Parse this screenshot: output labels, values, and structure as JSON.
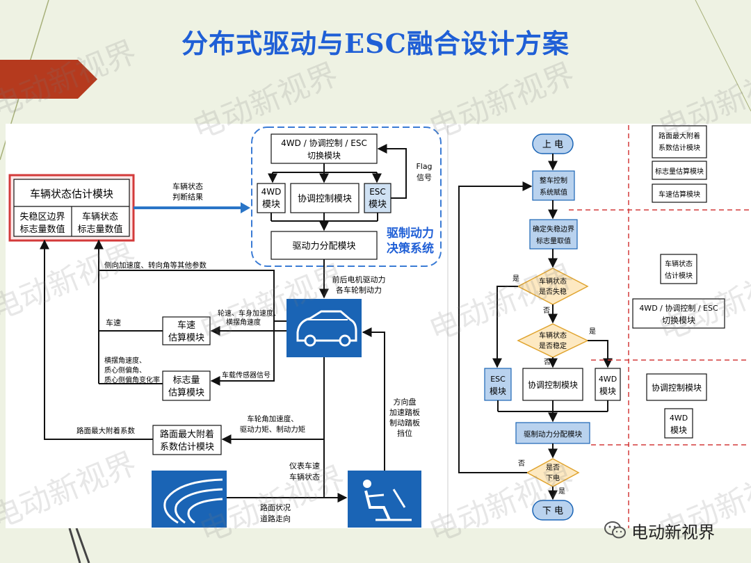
{
  "title": "分布式驱动与ESC融合设计方案",
  "watermark": "电动新视界",
  "wechat_label": "电动新视界",
  "colors": {
    "blue_title": "#1f5fd6",
    "blue_box": "#1a64b5",
    "red_border": "#d33a3a",
    "dash_blue": "#3a7bd5"
  },
  "left": {
    "estimator_title": "车辆状态估计模块",
    "estimator_sub1_l1": "失稳区边界",
    "estimator_sub1_l2": "标志量数值",
    "estimator_sub2_l1": "车辆状态",
    "estimator_sub2_l2": "标志量数值",
    "arrow_label_l1": "车辆状态",
    "arrow_label_l2": "判断结果",
    "switch_l1": "4WD / 协调控制 / ESC",
    "switch_l2": "切换模块",
    "flag_l1": "Flag",
    "flag_l2": "信号",
    "m4wd_l1": "4WD",
    "m4wd_l2": "模块",
    "coord": "协调控制模块",
    "esc_l1": "ESC",
    "esc_l2": "模块",
    "system_l1": "驱制动力",
    "system_l2": "决策系统",
    "alloc": "驱动力分配模块",
    "motor_l1": "前后电机驱动力",
    "motor_l2": "各车轮制动力",
    "lateral": "侧向加速度、转向角等其他参数",
    "speed": "车速",
    "speed_est_l1": "车速",
    "speed_est_l2": "估算模块",
    "wheel_l1": "轮速、车身加速度、",
    "wheel_l2": "横摆角速度",
    "yaw_l1": "横摆角速度、",
    "yaw_l2": "质心侧偏角、",
    "yaw_l3": "质心侧偏角变化率",
    "flag_est_l1": "标志量",
    "flag_est_l2": "估算模块",
    "sensor": "车载传感器信号",
    "road_coef": "路面最大附着系数",
    "road_est_l1": "路面最大附着",
    "road_est_l2": "系数估计模块",
    "wheel_acc_l1": "车轮角加速度、",
    "wheel_acc_l2": "驱动力矩、制动力矩",
    "steer_l1": "方向盘",
    "steer_l2": "加速踏板",
    "steer_l3": "制动踏板",
    "steer_l4": "挡位",
    "dash_l1": "仪表车速",
    "dash_l2": "车辆状态",
    "road_l1": "路面状况",
    "road_l2": "道路走向"
  },
  "right": {
    "power_on": "上 电",
    "init_l1": "整车控制",
    "init_l2": "系统赋值",
    "bound_l1": "确定失稳边界",
    "bound_l2": "标志量取值",
    "d1_l1": "车辆状态",
    "d1_l2": "是否失稳",
    "yes1": "是",
    "no1": "否",
    "d2_l1": "车辆状态",
    "d2_l2": "是否稳定",
    "yes2": "是",
    "no2": "否",
    "esc_l1": "ESC",
    "esc_l2": "模块",
    "coord": "协调控制模块",
    "m4wd_l1": "4WD",
    "m4wd_l2": "模块",
    "alloc": "驱制动力分配模块",
    "d3_l1": "是否",
    "d3_l2": "下电",
    "no3": "否",
    "yes3": "是",
    "power_off": "下 电",
    "legend1_l1": "路面最大附着",
    "legend1_l2": "系数估计模块",
    "legend2": "标志量估算模块",
    "legend3": "车速估算模块",
    "legend4_l1": "车辆状态",
    "legend4_l2": "估计模块",
    "legend5_l1": "4WD / 协调控制 / ESC",
    "legend5_l2": "切换模块",
    "legend6": "协调控制模块",
    "legend7_l1": "4WD",
    "legend7_l2": "模块"
  }
}
